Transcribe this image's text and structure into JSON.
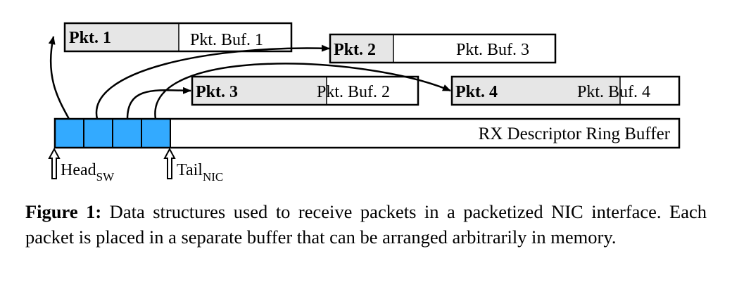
{
  "packets": [
    {
      "pkt_label": "Pkt. 1",
      "buf_label": "Pkt. Buf. 1"
    },
    {
      "pkt_label": "Pkt. 2",
      "buf_label": "Pkt. Buf. 3"
    },
    {
      "pkt_label": "Pkt. 3",
      "buf_label": "Pkt. Buf. 2"
    },
    {
      "pkt_label": "Pkt. 4",
      "buf_label": "Pkt. Buf. 4"
    }
  ],
  "ring": {
    "label": "RX Descriptor Ring Buffer",
    "slot_color": "#33aaff"
  },
  "pointers": {
    "head": {
      "main": "Head",
      "sub": "SW"
    },
    "tail": {
      "main": "Tail",
      "sub": "NIC"
    }
  },
  "colors": {
    "header_fill": "#e6e6e6",
    "stroke": "#000000"
  },
  "caption": {
    "label": "Figure 1:",
    "text": " Data structures used to receive packets in a packetized NIC interface. Each packet is placed in a separate buffer that can be arranged arbitrarily in memory."
  }
}
